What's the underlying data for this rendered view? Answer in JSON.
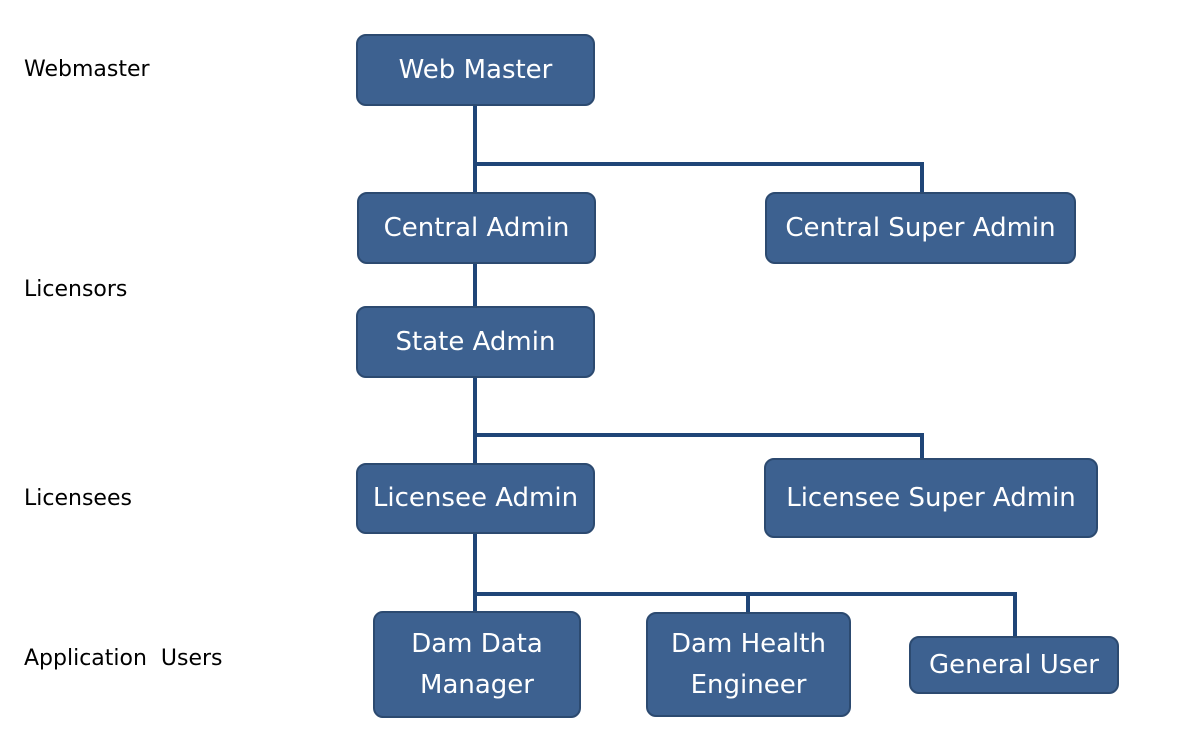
{
  "tiers": {
    "webmaster": "Webmaster",
    "licensors": "Licensors",
    "licensees": "Licensees",
    "application_users": "Application  Users"
  },
  "nodes": {
    "web_master": "Web Master",
    "central_admin": "Central Admin",
    "central_super_admin": "Central Super Admin",
    "state_admin": "State Admin",
    "licensee_admin": "Licensee Admin",
    "licensee_super_admin": "Licensee Super Admin",
    "dam_data_manager": "Dam Data Manager",
    "dam_health_engineer": "Dam Health Engineer",
    "general_user": "General User"
  },
  "colors": {
    "node_fill": "#3d6190",
    "node_border": "#2c4a70",
    "connector": "#1f4577",
    "node_text": "#ffffff",
    "label_text": "#000000"
  }
}
